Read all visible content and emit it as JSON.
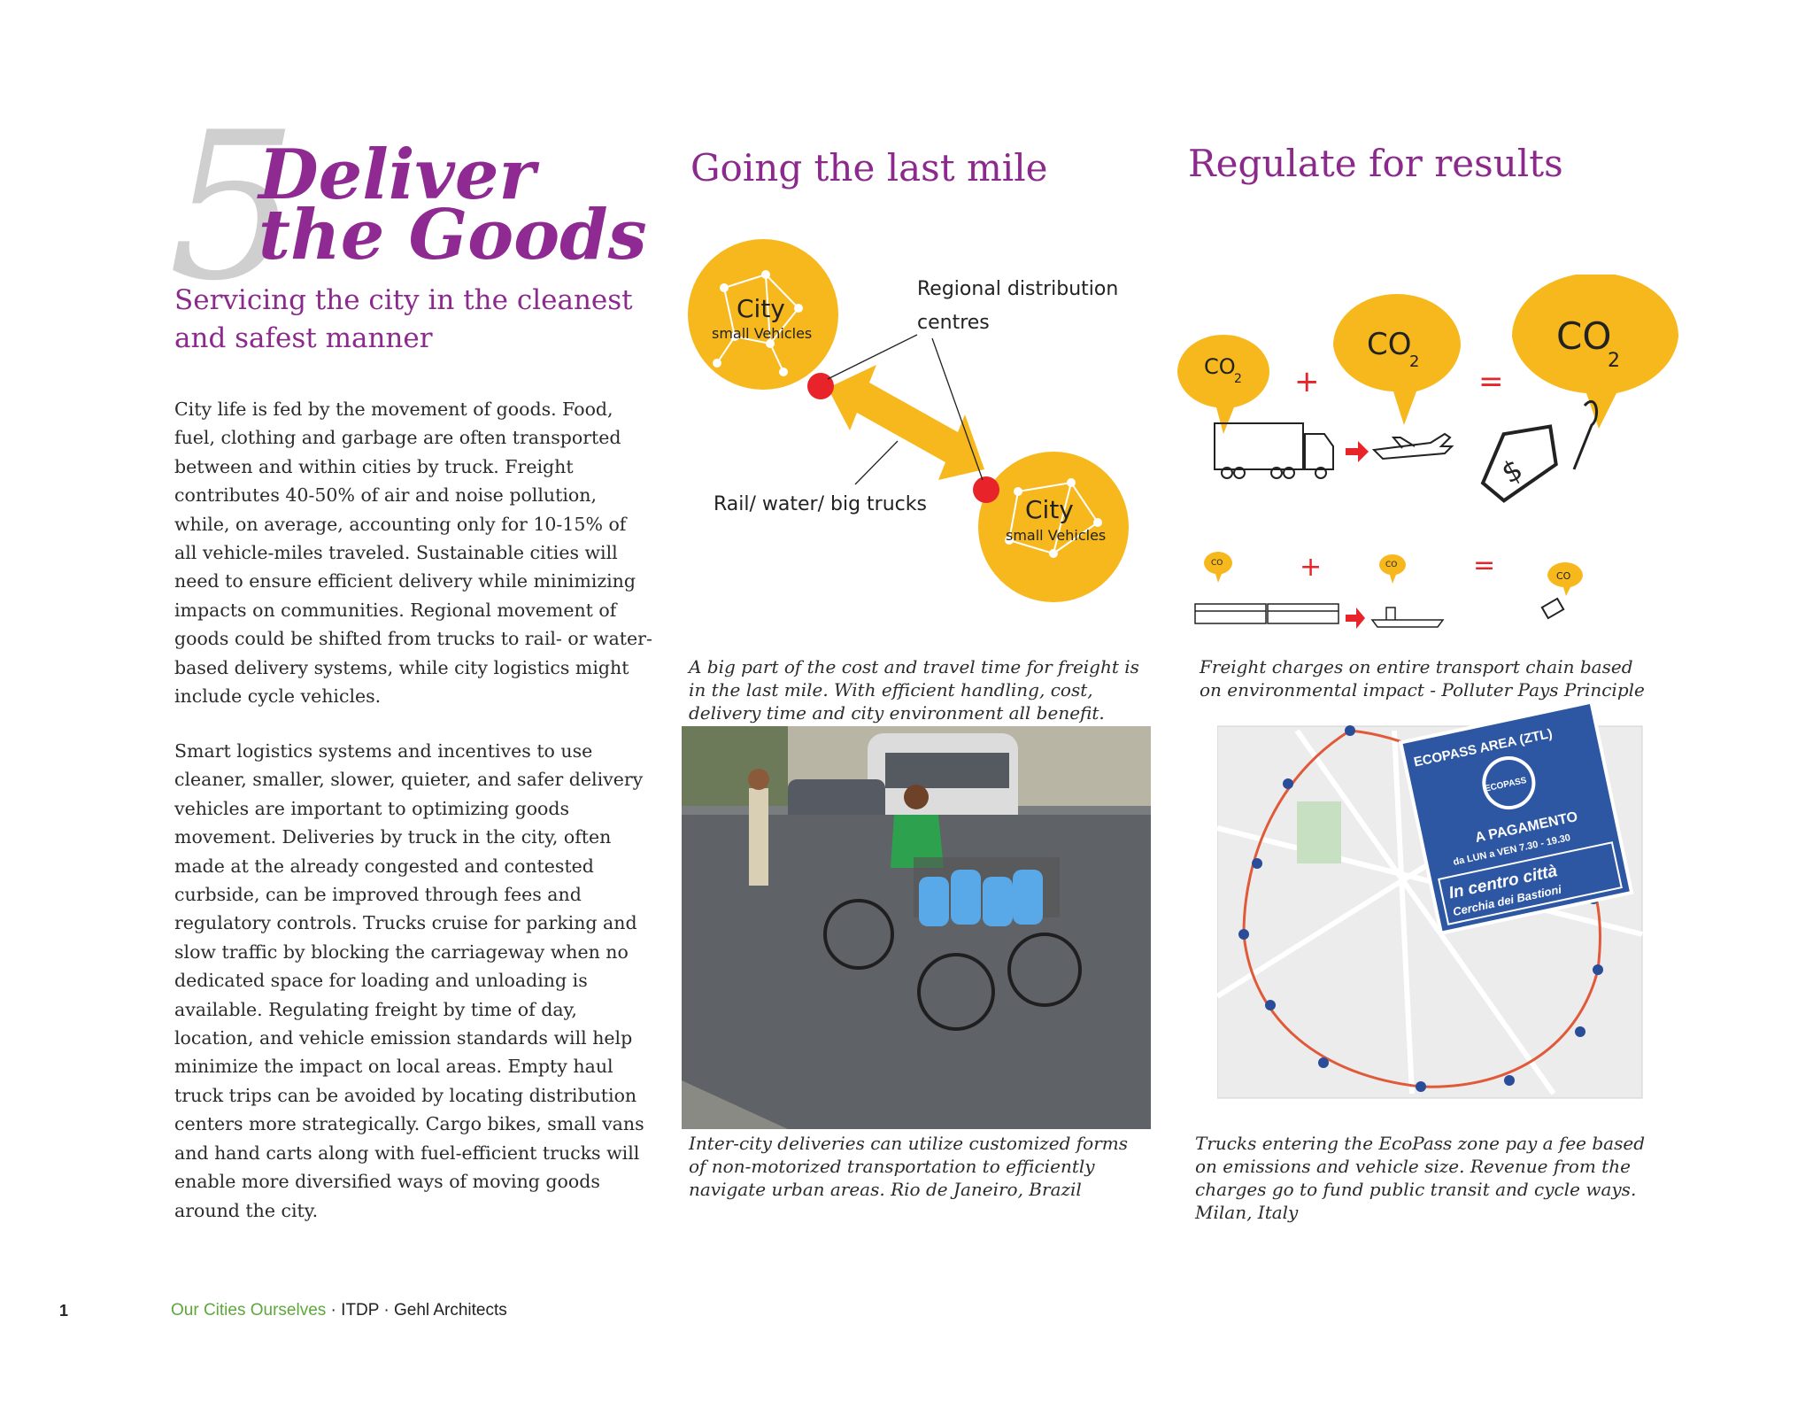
{
  "section": {
    "number": "5",
    "title_line1": "Deliver",
    "title_line2": "the Goods",
    "subtitle": "Servicing the city in the cleanest and safest manner"
  },
  "body": {
    "para1": "City life is fed by the movement of goods. Food, fuel, clothing and garbage are often transported between and within cities by truck. Freight contributes 40-50% of air and noise pollution, while, on average, accounting only for 10-15% of all vehicle-miles traveled.  Sustainable cities will need to ensure efficient delivery while minimizing impacts on communities.  Regional movement of goods could be shifted from trucks to rail- or water-based delivery systems, while city logistics might include cycle vehicles.",
    "para2": "Smart logistics systems and incentives to use cleaner, smaller, slower, quieter, and safer delivery vehicles are important to optimizing goods movement. Deliveries by truck in the city, often made at the already congested and contested curbside, can be improved through fees and regulatory controls. Trucks cruise for parking and slow traffic by blocking the carriageway when no dedicated space for loading and unloading is available. Regulating freight by time of day, location, and vehicle emission standards will help minimize the impact on local areas. Empty haul truck trips can be avoided by locating distribution centers more strategically. Cargo bikes, small vans and hand carts along with fuel-efficient trucks will enable more diversified ways of moving goods around the city."
  },
  "columns": {
    "mid_heading": "Going the last mile",
    "right_heading": "Regulate for results"
  },
  "diagram_lastmile": {
    "city_label": "City",
    "small_vehicles": "small Vehicles",
    "regional_line1": "Regional distribution",
    "regional_line2": "centres",
    "rail_label": "Rail/ water/ big trucks",
    "colors": {
      "circle": "#f6b81c",
      "node": "#e8242a",
      "arrow": "#f6b81c"
    }
  },
  "diagram_regulate": {
    "co2": "CO",
    "sub": "2",
    "plus": "+",
    "equals": "=",
    "dollar": "$",
    "colors": {
      "bubble": "#f6b81c",
      "operator": "#e8242a"
    }
  },
  "captions": {
    "lastmile": "A big part of the cost and travel time for freight is in the last mile. With efficient handling, cost, delivery time and city environment all benefit.",
    "regulate": "Freight charges on entire transport chain based on environmental impact - Polluter Pays Principle",
    "photo": "Inter-city deliveries can utilize customized forms of non-motorized transportation to efficiently navigate urban areas. Rio de Janeiro, Brazil",
    "map": "Trucks entering the EcoPass zone pay a fee based on emissions and vehicle size. Revenue from the charges go to fund public transit and cycle ways. Milan, Italy"
  },
  "map_sign": {
    "line1": "ECOPASS AREA (ZTL)",
    "line2": "ECOPASS",
    "line3": "A PAGAMENTO",
    "line4": "da LUN a VEN  7.30 - 19.30",
    "line5": "In centro città",
    "line6": "Cerchia dei Bastioni"
  },
  "footer": {
    "page_number": "1",
    "publication": "Our Cities Ourselves",
    "rest": " · ITDP · Gehl Architects"
  }
}
